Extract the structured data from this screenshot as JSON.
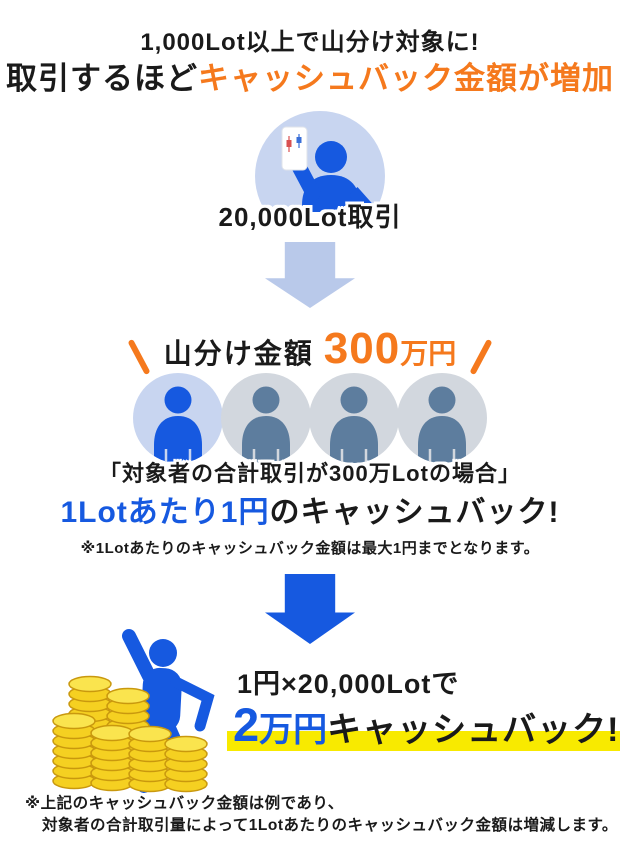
{
  "header": {
    "line1": "1,000Lot以上で山分け対象に!",
    "line2_black": "取引するほど",
    "line2_orange": "キャッシュバック金額が増加"
  },
  "step_trade": {
    "label": "20,000Lot取引"
  },
  "split_amount": {
    "label": "山分け金額",
    "number": "300",
    "unit": "万円"
  },
  "participants": {
    "count": 4,
    "highlighted_index": 1
  },
  "condition": {
    "quote": "「対象者の合計取引が300万Lotの場合」",
    "highlight": "1Lotあたり1円",
    "rest": "のキャッシュバック!",
    "note": "※1Lotあたりのキャッシュバック金額は最大1円までとなります。"
  },
  "result": {
    "formula": "1円×20,000Lotで",
    "amount_number": "2",
    "amount_unit": "万円",
    "rest": "キャッシュバック!"
  },
  "footer": {
    "line1": "※上記のキャッシュバック金額は例であり、",
    "line2": "対象者の合計取引量によって1Lotあたりのキャッシュバック金額は増減します。"
  },
  "icons": {
    "trader": "person-with-phone-icon",
    "arrow1": "down-arrow-icon",
    "participant": "person-silhouette-icon",
    "arrow2": "down-arrow-icon",
    "celebration": "person-with-coins-illustration"
  },
  "colors": {
    "orange": "#f5791d",
    "blue": "#1659e0",
    "light_blue": "#c8d5f0",
    "arrow_light_blue": "#b9c9ea",
    "gray_circle": "#d2d7de",
    "gray_person": "#5d7d9e",
    "highlight_yellow": "#f8ea00",
    "coin_gold": "#f5d021",
    "text_black": "#1a1a1a"
  }
}
